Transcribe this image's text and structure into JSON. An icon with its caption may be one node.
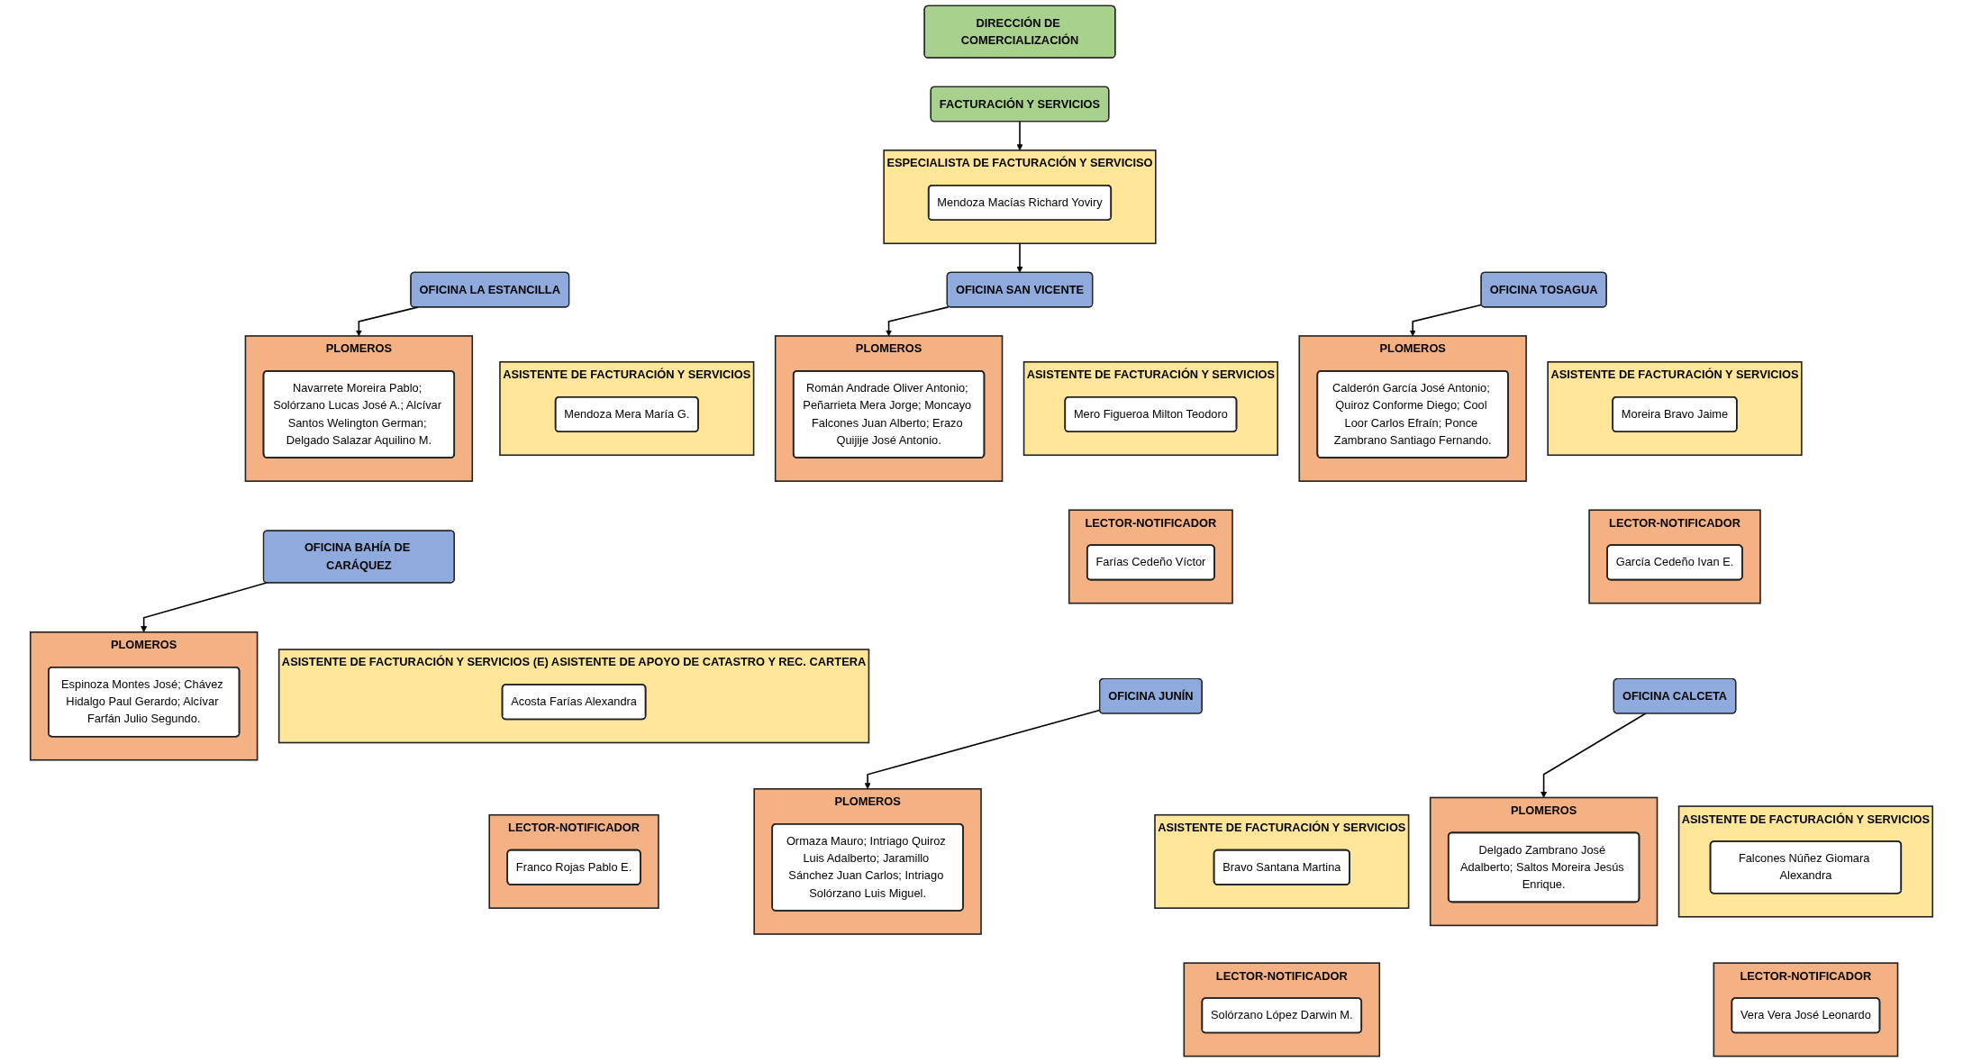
{
  "diagram": {
    "nodes": [
      {
        "text": [
          "DIRECCIÓN DE COMERCIALIZACIÓN"
        ]
      },
      {
        "text": [
          "FACTURACIÓN Y SERVICIOS"
        ]
      },
      {
        "text": [
          "ESPECIALISTA DE FACTURACIÓN Y SERVICISO"
        ]
      },
      {
        "text": [
          "Mendoza Macías Richard Yoviry"
        ],
        "in": 2
      },
      {
        "text": [
          "OFICINA TOSAGUA"
        ]
      },
      {
        "text": [
          "OFICINA SAN VICENTE"
        ]
      },
      {
        "text": [
          "OFICINA LA ESTANCILLA"
        ]
      },
      {
        "text": [
          "ASISTENTE DE FACTURACIÓN Y SERVICIOS"
        ]
      },
      {
        "text": [
          "Moreira Bravo Jaime"
        ],
        "in": 7
      },
      {
        "text": [
          "PLOMEROS"
        ]
      },
      {
        "text": [
          "Calderón García José Antonio; Quiroz Conforme Diego; Cool Loor Carlos Efraín; Ponce Zambrano Santiago Fernando."
        ],
        "in": 9
      },
      {
        "text": [
          "LECTOR-NOTIFICADOR"
        ]
      },
      {
        "text": [
          "García Cedeño Ivan E."
        ],
        "in": 11
      },
      {
        "text": [
          "ASISTENTE DE FACTURACIÓN Y SERVICIOS"
        ]
      },
      {
        "text": [
          "Mero Figueroa Milton Teodoro"
        ],
        "in": 13
      },
      {
        "text": [
          "PLOMEROS"
        ]
      },
      {
        "text": [
          "Román Andrade Oliver Antonio; Peñarrieta Mera Jorge; Moncayo Falcones Juan Alberto; Erazo Quijije José Antonio."
        ],
        "in": 15
      },
      {
        "text": [
          "LECTOR-NOTIFICADOR"
        ]
      },
      {
        "text": [
          "Farías Cedeño Víctor"
        ],
        "in": 17
      },
      {
        "text": [
          "ASISTENTE DE FACTURACIÓN Y SERVICIOS"
        ]
      },
      {
        "text": [
          "Mendoza Mera María G."
        ],
        "in": 19
      },
      {
        "text": [
          "PLOMEROS"
        ]
      },
      {
        "text": [
          "Navarrete Moreira Pablo; Solórzano Lucas José A.; Alcívar Santos Welington German; Delgado Salazar Aquilino M."
        ],
        "in": 21
      },
      {
        "text": [
          "OFICINA CALCETA"
        ]
      },
      {
        "text": [
          "OFICINA JUNÍN"
        ]
      },
      {
        "text": [
          "OFICINA BAHÍA DE CARÁQUEZ"
        ]
      },
      {
        "text": [
          "ASISTENTE DE FACTURACIÓN Y SERVICIOS"
        ]
      },
      {
        "text": [
          "Falcones Núñez Giomara Alexandra"
        ],
        "in": 26
      },
      {
        "text": [
          "PLOMEROS"
        ]
      },
      {
        "text": [
          "Delgado Zambrano José Adalberto; Saltos Moreira Jesús Enrique."
        ],
        "in": 28
      },
      {
        "text": [
          "LECTOR-NOTIFICADOR"
        ]
      },
      {
        "text": [
          "Vera Vera José Leonardo"
        ],
        "in": 30
      },
      {
        "text": [
          "ASISTENTE DE FACTURACIÓN Y SERVICIOS"
        ]
      },
      {
        "text": [
          "Bravo Santana Martina"
        ],
        "in": 32
      },
      {
        "text": [
          "PLOMEROS"
        ]
      },
      {
        "text": [
          "Ormaza Mauro; Intriago Quiroz Luis Adalberto; Jaramillo Sánchez Juan Carlos; Intriago Solórzano Luis Miguel."
        ],
        "in": 34
      },
      {
        "text": [
          "LECTOR-NOTIFICADOR"
        ]
      },
      {
        "text": [
          "Solórzano López Darwin M."
        ],
        "in": 36
      },
      {
        "text": [
          "ASISTENTE DE FACTURACIÓN Y SERVICIOS (E) ASISTENTE DE APOYO DE CATASTRO Y REC. CARTERA"
        ]
      },
      {
        "text": [
          "Acosta Farías Alexandra"
        ],
        "in": 38
      },
      {
        "text": [
          "PLOMEROS"
        ]
      },
      {
        "text": [
          "Espinoza Montes José; Chávez Hidalgo Paul Gerardo; Alcívar Farfán Julio Segundo."
        ],
        "in": 40
      },
      {
        "text": [
          "LECTOR-NOTIFICADOR"
        ]
      },
      {
        "text": [
          "Franco Rojas Pablo E."
        ],
        "in": 42
      }
    ],
    "edges": [
      {
        "from": 1,
        "to": 2,
        "arrow": "to"
      },
      {
        "from": 2,
        "to": 5,
        "arrow": "to"
      },
      {
        "from": 4,
        "to": 9,
        "arrow": "to"
      },
      {
        "from": 5,
        "to": 15,
        "arrow": "to"
      },
      {
        "from": 6,
        "to": 21,
        "arrow": "to"
      },
      {
        "from": 23,
        "to": 28,
        "arrow": "to"
      },
      {
        "from": 24,
        "to": 34,
        "arrow": "to"
      },
      {
        "from": 25,
        "to": 40,
        "arrow": "to"
      }
    ]
  }
}
